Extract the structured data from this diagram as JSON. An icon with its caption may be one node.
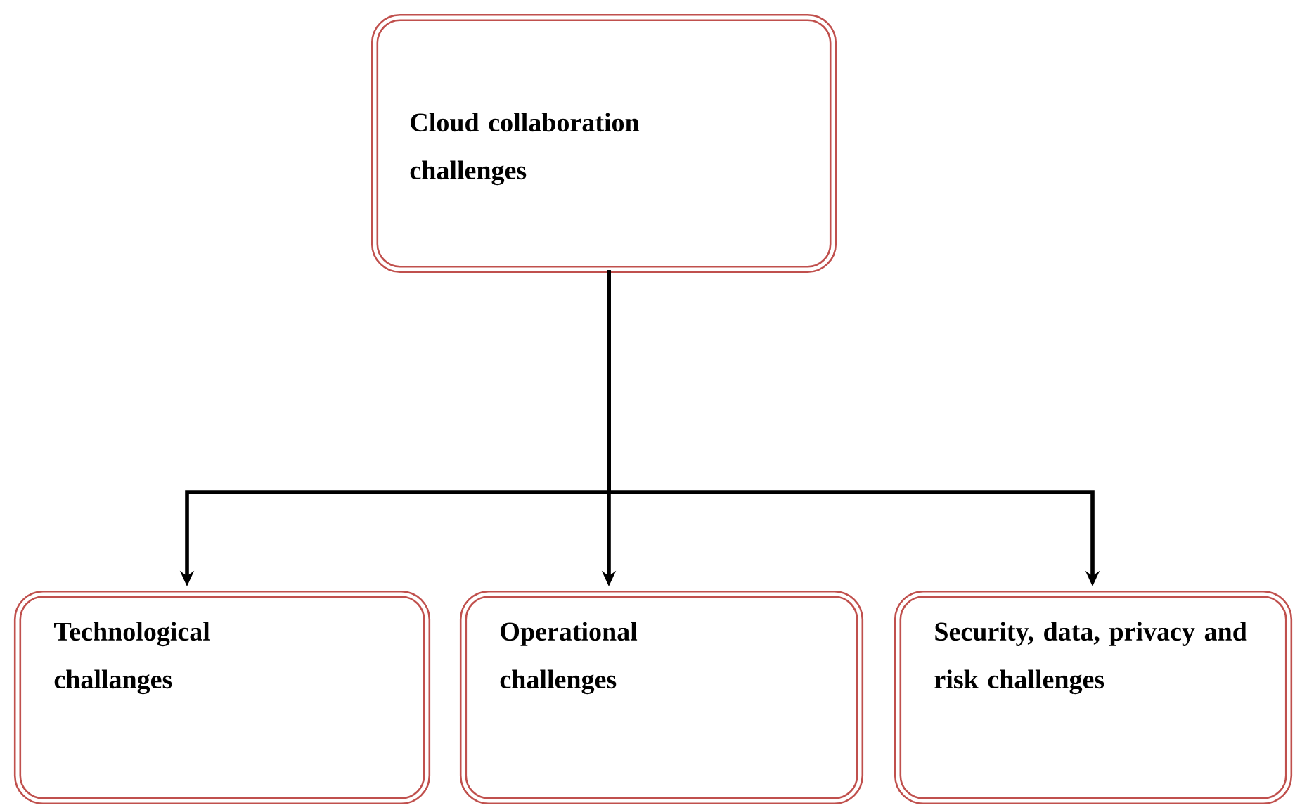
{
  "diagram": {
    "nodes": [
      {
        "text": [
          "Cloud collaboration challenges"
        ]
      },
      {
        "text": [
          "Technological challanges"
        ]
      },
      {
        "text": [
          "Operational challenges"
        ]
      },
      {
        "text": [
          "Security, data, privacy and risk challenges"
        ]
      }
    ],
    "edges": [
      {
        "from": 0,
        "to": 1,
        "arrow": "to"
      },
      {
        "from": 0,
        "to": 2,
        "arrow": "to"
      },
      {
        "from": 0,
        "to": 3,
        "arrow": "to"
      }
    ]
  }
}
